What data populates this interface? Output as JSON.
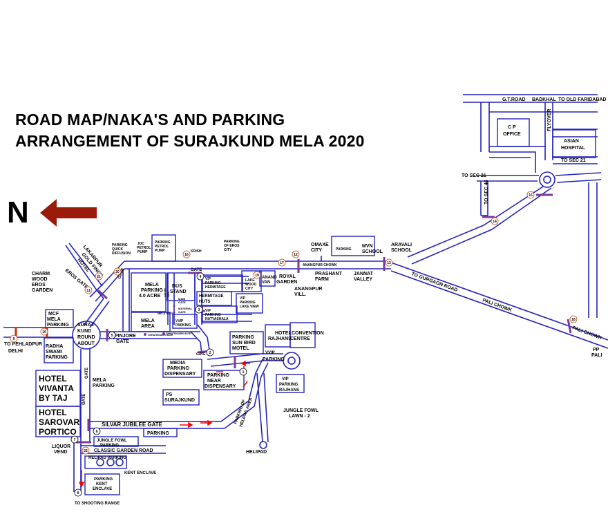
{
  "title": {
    "line1": "ROAD MAP/NAKA'S AND PARKING",
    "line2": "ARRANGEMENT OF SURAJKUND MELA 2020"
  },
  "north_label": "N",
  "colors": {
    "road": "#2222bb",
    "arrow": "#9b1b0b",
    "marker": "#cc4411",
    "naka": "#7a3a9a",
    "red": "#ff0000"
  },
  "labels": {
    "gt_road": "G.T.ROAD",
    "badkhal": "BADKHAL",
    "to_old_faridabad": "TO OLD FARIDABAD",
    "flyover": "FLYOVER",
    "cp_office_1": "C P",
    "cp_office_2": "OFFICE",
    "asian_1": "ASIAN",
    "asian_2": "HOSPITAL",
    "to_sec21": "TO SEC 21",
    "to_sec21b": "TO SEC 21",
    "to_sec46": "TO SEC 46",
    "aravali_1": "ARAVALI",
    "aravali_2": "SCHOOL",
    "mvn_1": "MVN",
    "mvn_2": "SCHOOL",
    "parking_mvn": "PARKING",
    "omaxe_1": "OMAXE",
    "omaxe_2": "CITY",
    "anangpur_chowk": "ANANGPUR CHOWK",
    "prashant_1": "PRASHANT",
    "prashant_2": "FARM",
    "jannat_1": "JANNAT",
    "jannat_2": "VALLEY",
    "to_gurgaon": "TO GURGAON ROAD",
    "pali_chowk": "PALI CHOWK",
    "pali_chowk2": "PALI CHOWK",
    "pp_pali_1": "PP",
    "pp_pali_2": "PALI",
    "royal_1": "ROYAL",
    "royal_2": "GARDEN",
    "anangpur_vill_1": "ANANGPUR",
    "anangpur_vill_2": "VILL.",
    "anand_1": "ANAND",
    "anand_2": "VAN",
    "lake_wood_1": "LAKE",
    "lake_wood_2": "WOOD",
    "lake_wood_3": "CITY",
    "parking_eros_1": "PARKING",
    "parking_eros_2": "OF EROS",
    "parking_eros_3": "CITY",
    "krish": "KRISH",
    "ioc_1": "IOC",
    "ioc_2": "PETROL",
    "ioc_3": "PUMP",
    "parking_pump_1": "PARKING",
    "parking_pump_2": "PETROL",
    "parking_pump_3": "PUMP",
    "quick_1": "PARKING",
    "quick_2": "QUICK",
    "quick_3": "DIFFUSION",
    "lakarpur": "LAKARPUR",
    "gold_finch_1": "GOLD FINCH",
    "gold_finch_2": "HOTEL",
    "eros_gate": "EROS GATE",
    "charm_1": "CHARM",
    "charm_2": "WOOD",
    "charm_3": "EROS",
    "charm_4": "GARDEN",
    "gate_lakarpur": "GATE",
    "gate_top": "GATE",
    "mela_parking_1": "MELA",
    "mela_parking_2": "PARKING",
    "mela_parking_3": "4.0 ACRE",
    "bus_1": "BUS",
    "bus_2": "STAND",
    "vip_hermitage_1": "VIP",
    "vip_hermitage_2": "PARKING",
    "vip_hermitage_3": "HERMITAGE",
    "hermitage_huts_1": "HERMITAGE",
    "hermitage_huts_2": "HUTS",
    "vip_lake_1": "VIP",
    "vip_lake_2": "PARKING",
    "vip_lake_3": "LAKE VIEW",
    "vip_natya_1": "VIP",
    "vip_natya_2": "PARKING",
    "vip_natya_3": "NATYASHALA",
    "mela_area_1": "MELA",
    "mela_area_2": "AREA",
    "vvip_parking_1": "VVIP",
    "vvip_parking_2": "PARKING",
    "mcf_1": "MCF",
    "mcf_2": "MELA",
    "mcf_3": "PARKING",
    "radha_1": "RADHA",
    "radha_2": "SWAMI",
    "radha_3": "PARKING",
    "to_pehladpur_1": "TO PEHLADPUR",
    "to_pehladpur_2": "DELHI",
    "suraj_1": "SURAJ",
    "suraj_2": "KUND",
    "suraj_3": "ROUND",
    "suraj_4": "ABOUT",
    "pinjore_1": "PINJORE",
    "pinjore_2": "GATE",
    "chhattisgarh": "CHHATISGARH GATE",
    "chhattisgarh2": "CHHATISGARH GATE",
    "hotel_vivanta_1": "HOTEL",
    "hotel_vivanta_2": "VIVANTA",
    "hotel_vivanta_3": "BY TAJ",
    "hotel_sarovar_1": "HOTEL",
    "hotel_sarovar_2": "SAROVAR",
    "hotel_sarovar_3": "PORTICO",
    "gate_v1": "GATE",
    "gate_v2": "GATE",
    "mela_parking_s_1": "MELA",
    "mela_parking_s_2": "PARKING",
    "media_1": "MEDIA",
    "media_2": "PARKING",
    "media_3": "DISPENSARY",
    "near_disp_1": "PARKING",
    "near_disp_2": "NEAR",
    "near_disp_3": "DISPENSARY",
    "ps_1": "PS",
    "ps_2": "SURAJKUND",
    "sunbird_1": "PARKING",
    "sunbird_2": "SUN BIRD",
    "sunbird_3": "MOTEL",
    "rajhans_1": "HOTEL",
    "rajhans_2": "RAJHANS",
    "convention_1": "CONVENTION",
    "convention_2": "CENTRE",
    "vvip_rd": "VVIP",
    "vvip_rd2": "PARKING",
    "vip_rajhans_1": "VIP",
    "vip_rajhans_2": "PARKING",
    "vip_rajhans_3": "RAJHANS",
    "jungle_lawn_1": "JUNGLE FOWL",
    "jungle_lawn_2": "LAWN - 2",
    "helipad_area_1": "PARKING OF",
    "helipad_area_2": "HELIPAD AREA",
    "helipad": "HELIPAD",
    "silvar_gate": "SILVAR JUBILEE GATE",
    "parking_silvar": "PARKING",
    "liquor_1": "LIQUOR",
    "liquor_2": "VEND",
    "jungle_fowl_1": "JUNGLE FOWL",
    "jungle_fowl_2": "PARKING",
    "classic_garden": "CLASSIC GARDEN ROAD",
    "helipad_parking": "HELIPAD PARKING",
    "kent_enclave": "KENT ENCLAVE",
    "kent_parking_1": "PARKING",
    "kent_parking_2": "KENT",
    "kent_parking_3": "ENCLAVE",
    "to_shooting": "TO SHOOTING RANGE",
    "gate_media": "GATE",
    "main_gate_1": "MAIN",
    "main_gate_2": "GATE",
    "material_1": "MATERIAL",
    "material_2": "GATE",
    "mela_gate": "MELA GATE",
    "shakti_gate": "SHAKTI GATE",
    "atithi_1": "ATITHI",
    "atithi_2": "DEV"
  },
  "markers": {
    "m1": "1",
    "m2": "2",
    "m3": "3",
    "m4": "4",
    "m5": "5",
    "m6": "6",
    "m7": "7",
    "m8": "8",
    "m9": "9",
    "m10": "10",
    "m11": "11",
    "m12": "12",
    "m13": "13",
    "m14": "14",
    "m15": "15",
    "m16": "16",
    "m17": "17",
    "m18": "18",
    "m19": "19",
    "m20": "20",
    "m21": "21",
    "m22": "22"
  }
}
